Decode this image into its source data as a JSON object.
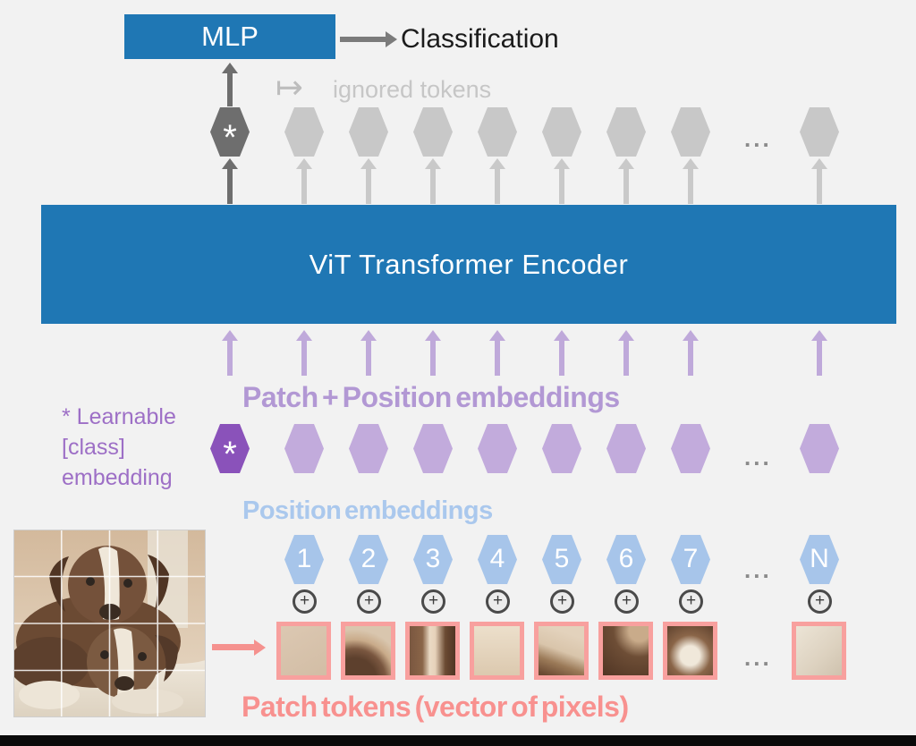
{
  "top": {
    "mlp": "MLP",
    "classification": "Classification",
    "maps_icon": "↦",
    "ignored": "ignored tokens"
  },
  "tokens": {
    "star": "*"
  },
  "encoder": {
    "label": "ViT Transformer Encoder"
  },
  "embeds": {
    "patch_pos": "Patch + Position embeddings",
    "note1": "* Learnable",
    "note2": "[class]",
    "note3": "embedding",
    "position": "Position embeddings",
    "nums": [
      "1",
      "2",
      "3",
      "4",
      "5",
      "6",
      "7",
      "N"
    ],
    "plus": "+"
  },
  "patches": {
    "label": "Patch tokens (vector of pixels)"
  },
  "misc": {
    "dots": "..."
  },
  "colors": {
    "background": "#f2f2f2",
    "box_blue": "#1f77b4",
    "dark_gray": "#6e6e6e",
    "light_gray": "#c8c8c8",
    "purple_dark": "#8a52ba",
    "purple_light": "#c2abdc",
    "purple_text": "#b298d4",
    "blue_token": "#a7c5ea",
    "blue_text": "#aac8ed",
    "salmon": "#f8918f",
    "black_bar": "#0a0a0a"
  }
}
